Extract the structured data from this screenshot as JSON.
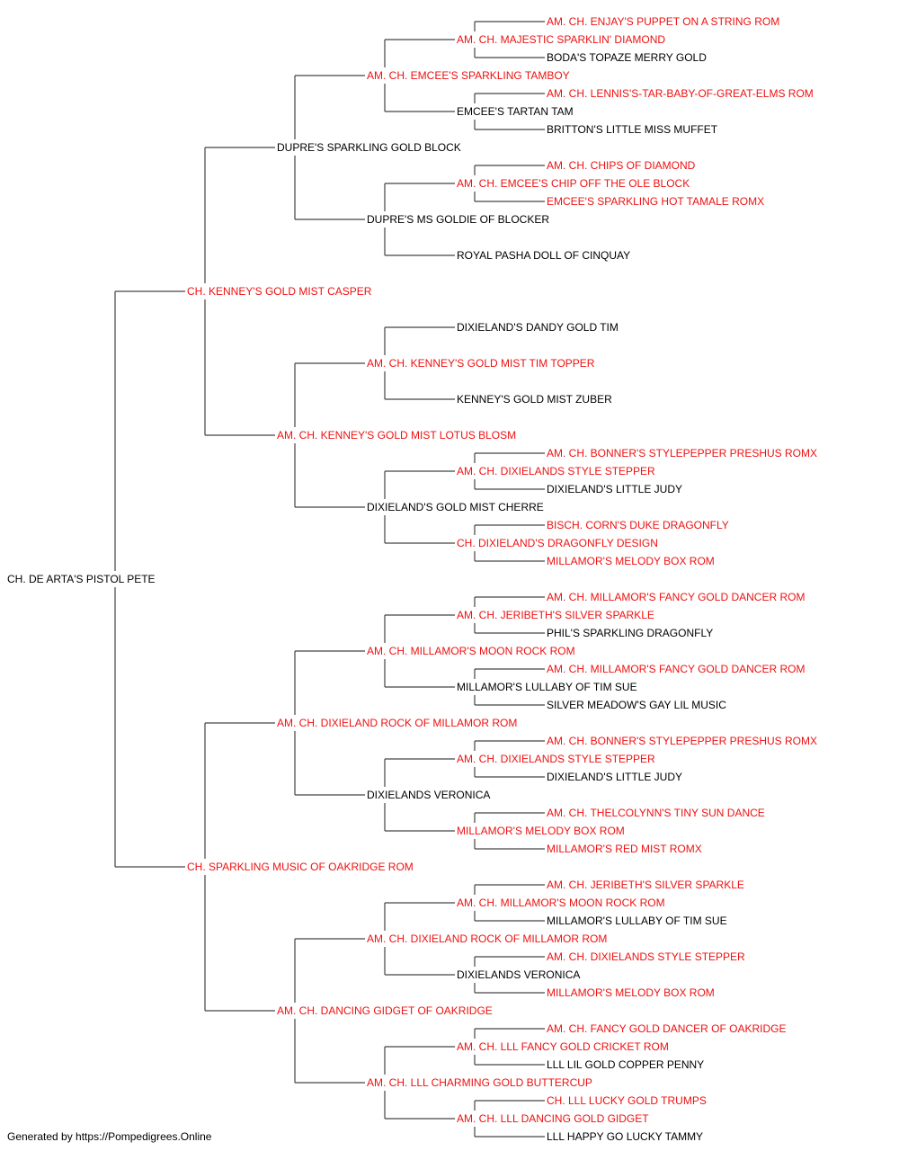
{
  "colors": {
    "champion": "#ee1111",
    "regular": "#000000",
    "lines": "#444444"
  },
  "dog": {
    "name": "CH. DE ARTA'S PISTOL PETE",
    "champion": false,
    "sire": {
      "name": "CH. KENNEY'S GOLD MIST CASPER",
      "champion": true,
      "sire": {
        "name": "DUPRE'S SPARKLING GOLD BLOCK",
        "champion": false,
        "sire": {
          "name": "AM. CH. EMCEE'S SPARKLING TAMBOY",
          "champion": true,
          "sire": {
            "name": "AM. CH. MAJESTIC SPARKLIN' DIAMOND",
            "champion": true,
            "sire": {
              "name": "AM. CH. ENJAY'S PUPPET ON A STRING ROM",
              "champion": true
            },
            "dam": {
              "name": "BODA'S TOPAZE MERRY GOLD",
              "champion": false
            }
          },
          "dam": {
            "name": "EMCEE'S TARTAN TAM",
            "champion": false,
            "sire": {
              "name": "AM. CH. LENNIS'S-TAR-BABY-OF-GREAT-ELMS ROM",
              "champion": true
            },
            "dam": {
              "name": "BRITTON'S LITTLE MISS MUFFET",
              "champion": false
            }
          }
        },
        "dam": {
          "name": "DUPRE'S MS GOLDIE OF BLOCKER",
          "champion": false,
          "sire": {
            "name": "AM. CH. EMCEE'S CHIP OFF THE OLE BLOCK",
            "champion": true,
            "sire": {
              "name": "AM. CH. CHIPS OF DIAMOND",
              "champion": true
            },
            "dam": {
              "name": "EMCEE'S SPARKLING HOT TAMALE ROMX",
              "champion": true
            }
          },
          "dam": {
            "name": "ROYAL PASHA DOLL OF CINQUAY",
            "champion": false
          }
        }
      },
      "dam": {
        "name": "AM. CH. KENNEY'S GOLD MIST LOTUS BLOSM",
        "champion": true,
        "sire": {
          "name": "AM. CH. KENNEY'S GOLD MIST TIM TOPPER",
          "champion": true,
          "sire": {
            "name": "DIXIELAND'S DANDY GOLD TIM",
            "champion": false
          },
          "dam": {
            "name": "KENNEY'S GOLD MIST ZUBER",
            "champion": false
          }
        },
        "dam": {
          "name": "DIXIELAND'S GOLD MIST CHERRE",
          "champion": false,
          "sire": {
            "name": "AM. CH. DIXIELANDS STYLE STEPPER",
            "champion": true,
            "sire": {
              "name": "AM. CH. BONNER'S STYLEPEPPER PRESHUS ROMX",
              "champion": true
            },
            "dam": {
              "name": "DIXIELAND'S LITTLE JUDY",
              "champion": false
            }
          },
          "dam": {
            "name": "CH. DIXIELAND'S DRAGONFLY DESIGN",
            "champion": true,
            "sire": {
              "name": "BISCH. CORN'S DUKE DRAGONFLY",
              "champion": true
            },
            "dam": {
              "name": "MILLAMOR'S MELODY BOX ROM",
              "champion": true
            }
          }
        }
      }
    },
    "dam": {
      "name": "CH. SPARKLING MUSIC OF OAKRIDGE ROM",
      "champion": true,
      "sire": {
        "name": "AM. CH. DIXIELAND ROCK OF MILLAMOR ROM",
        "champion": true,
        "sire": {
          "name": "AM. CH. MILLAMOR'S MOON ROCK ROM",
          "champion": true,
          "sire": {
            "name": "AM. CH. JERIBETH'S SILVER SPARKLE",
            "champion": true,
            "sire": {
              "name": "AM. CH. MILLAMOR'S FANCY GOLD DANCER ROM",
              "champion": true
            },
            "dam": {
              "name": "PHIL'S SPARKLING DRAGONFLY",
              "champion": false
            }
          },
          "dam": {
            "name": "MILLAMOR'S LULLABY OF TIM SUE",
            "champion": false,
            "sire": {
              "name": "AM. CH. MILLAMOR'S FANCY GOLD DANCER ROM",
              "champion": true
            },
            "dam": {
              "name": "SILVER MEADOW'S GAY LIL MUSIC",
              "champion": false
            }
          }
        },
        "dam": {
          "name": "DIXIELANDS VERONICA",
          "champion": false,
          "sire": {
            "name": "AM. CH. DIXIELANDS STYLE STEPPER",
            "champion": true,
            "sire": {
              "name": "AM. CH. BONNER'S STYLEPEPPER PRESHUS ROMX",
              "champion": true
            },
            "dam": {
              "name": "DIXIELAND'S LITTLE JUDY",
              "champion": false
            }
          },
          "dam": {
            "name": "MILLAMOR'S MELODY BOX ROM",
            "champion": true,
            "sire": {
              "name": "AM. CH. THELCOLYNN'S TINY SUN DANCE",
              "champion": true
            },
            "dam": {
              "name": "MILLAMOR'S RED MIST ROMX",
              "champion": true
            }
          }
        }
      },
      "dam": {
        "name": "AM. CH. DANCING GIDGET OF OAKRIDGE",
        "champion": true,
        "sire": {
          "name": "AM. CH. DIXIELAND ROCK OF MILLAMOR ROM",
          "champion": true,
          "sire": {
            "name": "AM. CH. MILLAMOR'S MOON ROCK ROM",
            "champion": true,
            "sire": {
              "name": "AM. CH. JERIBETH'S SILVER SPARKLE",
              "champion": true
            },
            "dam": {
              "name": "MILLAMOR'S LULLABY OF TIM SUE",
              "champion": false
            }
          },
          "dam": {
            "name": "DIXIELANDS VERONICA",
            "champion": false,
            "sire": {
              "name": "AM. CH. DIXIELANDS STYLE STEPPER",
              "champion": true
            },
            "dam": {
              "name": "MILLAMOR'S MELODY BOX ROM",
              "champion": true
            }
          }
        },
        "dam": {
          "name": "AM. CH. LLL CHARMING GOLD BUTTERCUP",
          "champion": true,
          "sire": {
            "name": "AM. CH. LLL FANCY GOLD CRICKET ROM",
            "champion": true,
            "sire": {
              "name": "AM. CH. FANCY GOLD DANCER OF OAKRIDGE",
              "champion": true
            },
            "dam": {
              "name": "LLL LIL GOLD COPPER PENNY",
              "champion": false
            }
          },
          "dam": {
            "name": "AM. CH. LLL DANCING GOLD GIDGET",
            "champion": true,
            "sire": {
              "name": "CH. LLL LUCKY GOLD TRUMPS",
              "champion": true
            },
            "dam": {
              "name": "LLL HAPPY GO LUCKY TAMMY",
              "champion": false
            }
          }
        }
      }
    }
  },
  "footer": "Generated by https://Pompedigrees.Online"
}
